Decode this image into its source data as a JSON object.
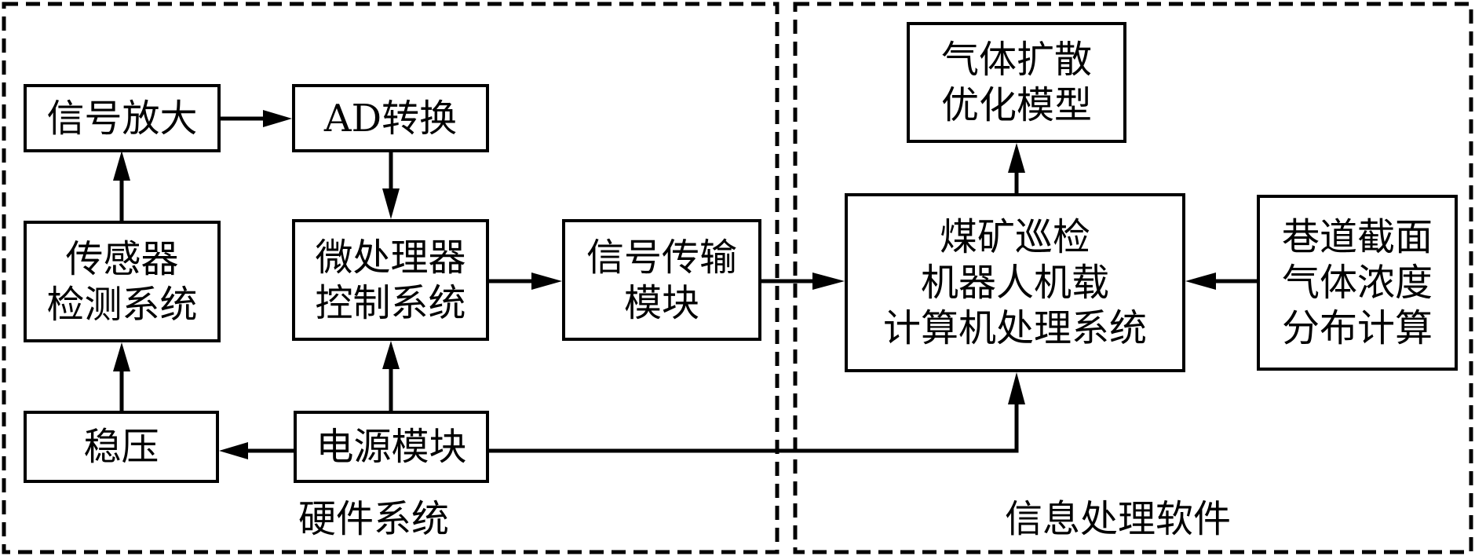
{
  "groups": {
    "hardware": {
      "label": "硬件系统"
    },
    "software": {
      "label": "信息处理软件"
    }
  },
  "blocks": {
    "signal_amplify": {
      "lines": [
        "信号放大"
      ]
    },
    "ad_convert": {
      "lines": [
        "AD转换"
      ]
    },
    "sensor_detect": {
      "lines": [
        "传感器",
        "检测系统"
      ]
    },
    "mcu_control": {
      "lines": [
        "微处理器",
        "控制系统"
      ]
    },
    "signal_transmit": {
      "lines": [
        "信号传输",
        "模块"
      ]
    },
    "voltage_regulator": {
      "lines": [
        "稳压"
      ]
    },
    "power_module": {
      "lines": [
        "电源模块"
      ]
    },
    "gas_diffusion_model": {
      "lines": [
        "气体扩散",
        "优化模型"
      ]
    },
    "robot_computer": {
      "lines": [
        "煤矿巡检",
        "机器人机载",
        "计算机处理系统"
      ]
    },
    "gas_distribution_calc": {
      "lines": [
        "巷道截面",
        "气体浓度",
        "分布计算"
      ]
    }
  }
}
